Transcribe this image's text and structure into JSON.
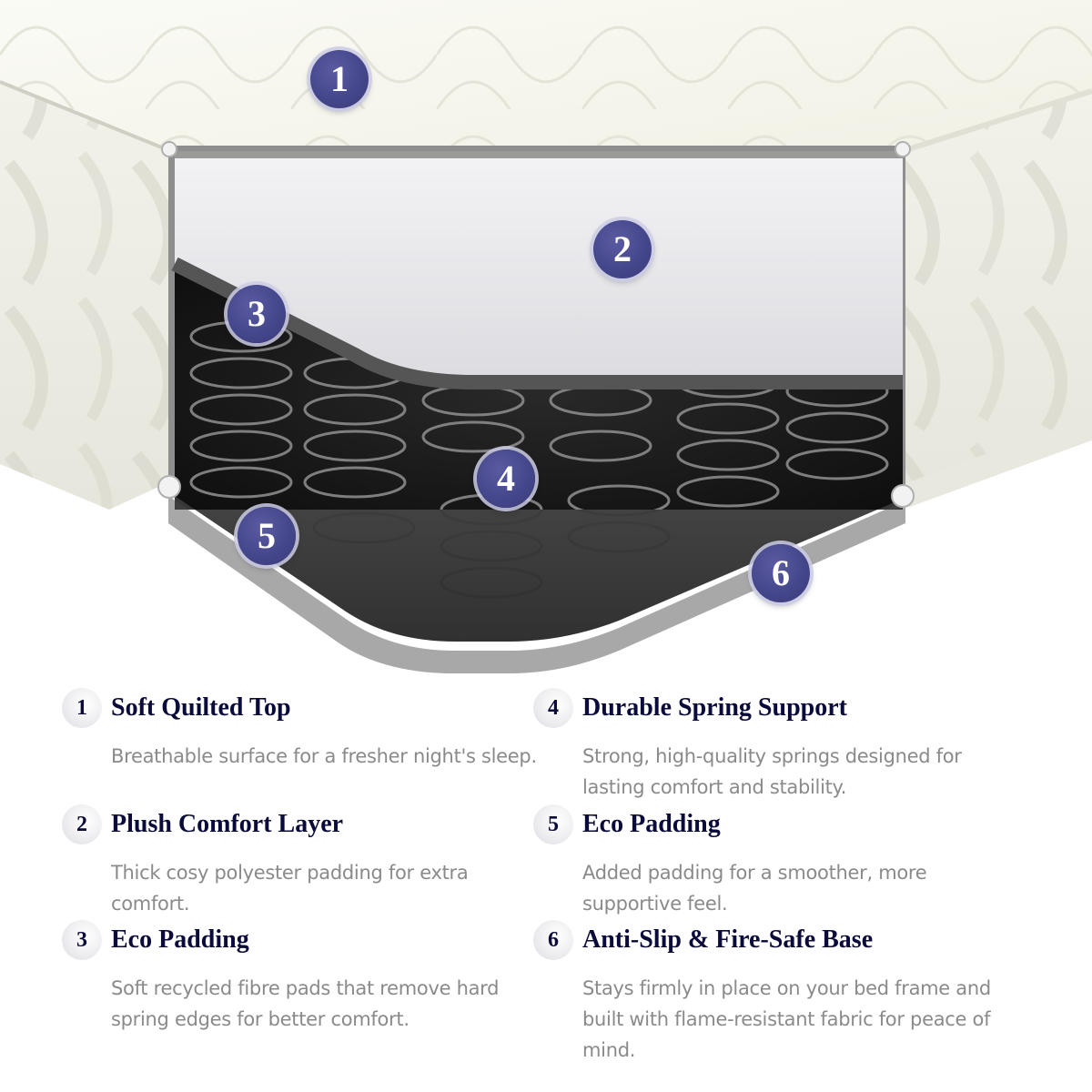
{
  "colors": {
    "marker_fill": "#45478c",
    "heading_text": "#0b0b3b",
    "body_text": "#8a8a8a",
    "fabric": "#f4f4ea",
    "foam": "#e4e4e8",
    "spring_chamber": "#1c1c1c",
    "base": "#9a9a9a"
  },
  "diagram": {
    "markers": [
      {
        "number": "1",
        "target": "quilted-top"
      },
      {
        "number": "2",
        "target": "comfort-layer"
      },
      {
        "number": "3",
        "target": "eco-padding-top"
      },
      {
        "number": "4",
        "target": "spring-unit"
      },
      {
        "number": "5",
        "target": "eco-padding-bottom"
      },
      {
        "number": "6",
        "target": "base-layer"
      }
    ]
  },
  "features": [
    {
      "number": "1",
      "title": "Soft Quilted Top",
      "description": "Breathable surface for a fresher night's sleep."
    },
    {
      "number": "2",
      "title": "Plush Comfort Layer",
      "description": "Thick cosy polyester padding for extra comfort."
    },
    {
      "number": "3",
      "title": "Eco Padding",
      "description": "Soft recycled fibre pads that remove hard spring edges for better comfort."
    },
    {
      "number": "4",
      "title": "Durable Spring Support",
      "description": "Strong, high-quality springs designed for lasting comfort and stability."
    },
    {
      "number": "5",
      "title": "Eco Padding",
      "description": "Added padding for a smoother, more supportive feel."
    },
    {
      "number": "6",
      "title": "Anti-Slip & Fire-Safe Base",
      "description": "Stays firmly in place on your bed frame and built with flame-resistant fabric for peace of mind."
    }
  ]
}
